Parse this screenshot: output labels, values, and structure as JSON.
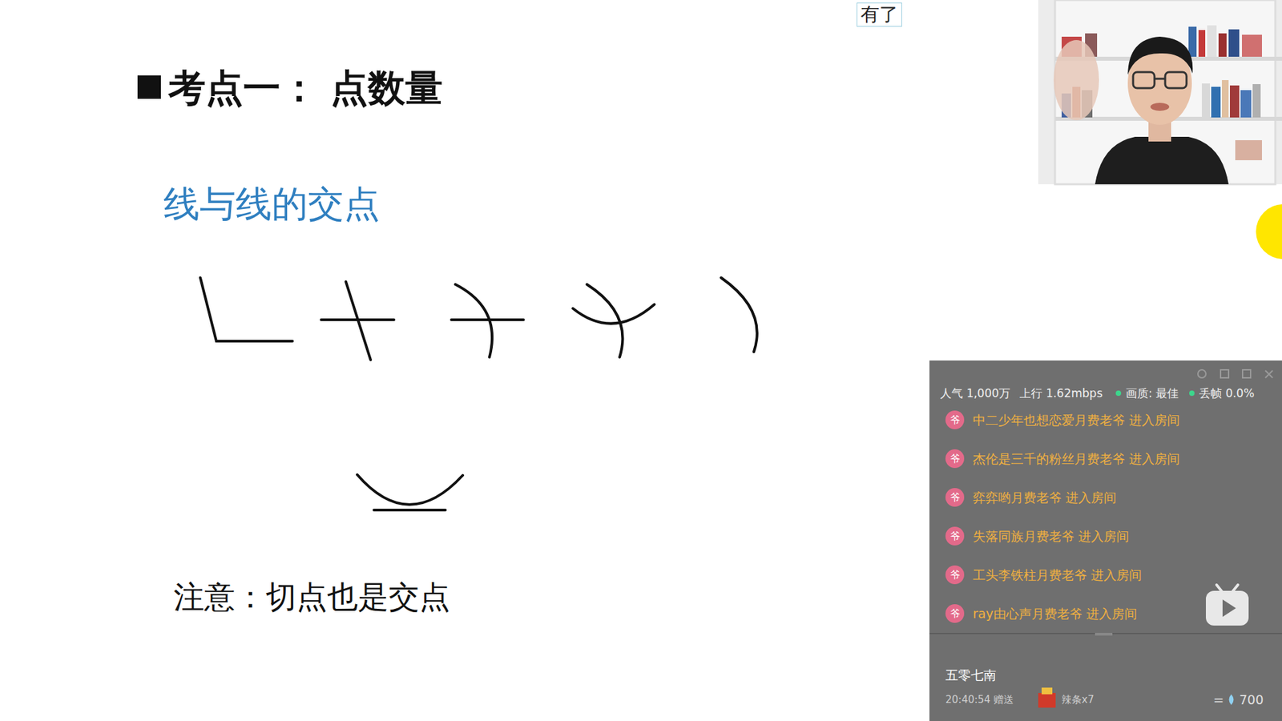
{
  "diagram": {
    "title": "考点一： 点数量",
    "labels": [
      "有了",
      "线与线的交点",
      "注意：切点也是交点",
      "人气 1,000万",
      "上行 1.62mbps",
      "画质: 最佳",
      "丢帧 0.0%",
      "爷",
      "中二少年也想恋爱月费老爷 进入房间",
      "爷",
      "杰伦是三千的粉丝月费老爷 进入房间",
      "爷",
      "弈弈哟月费老爷 进入房间",
      "爷",
      "失落同族月费老爷 进入房间",
      "爷",
      "工头李铁柱月费老爷 进入房间",
      "爷",
      "ray由心声月费老爷 进入房间",
      "五零七南",
      "20:40:54 赠送",
      "辣条x7",
      "=",
      "700"
    ]
  }
}
